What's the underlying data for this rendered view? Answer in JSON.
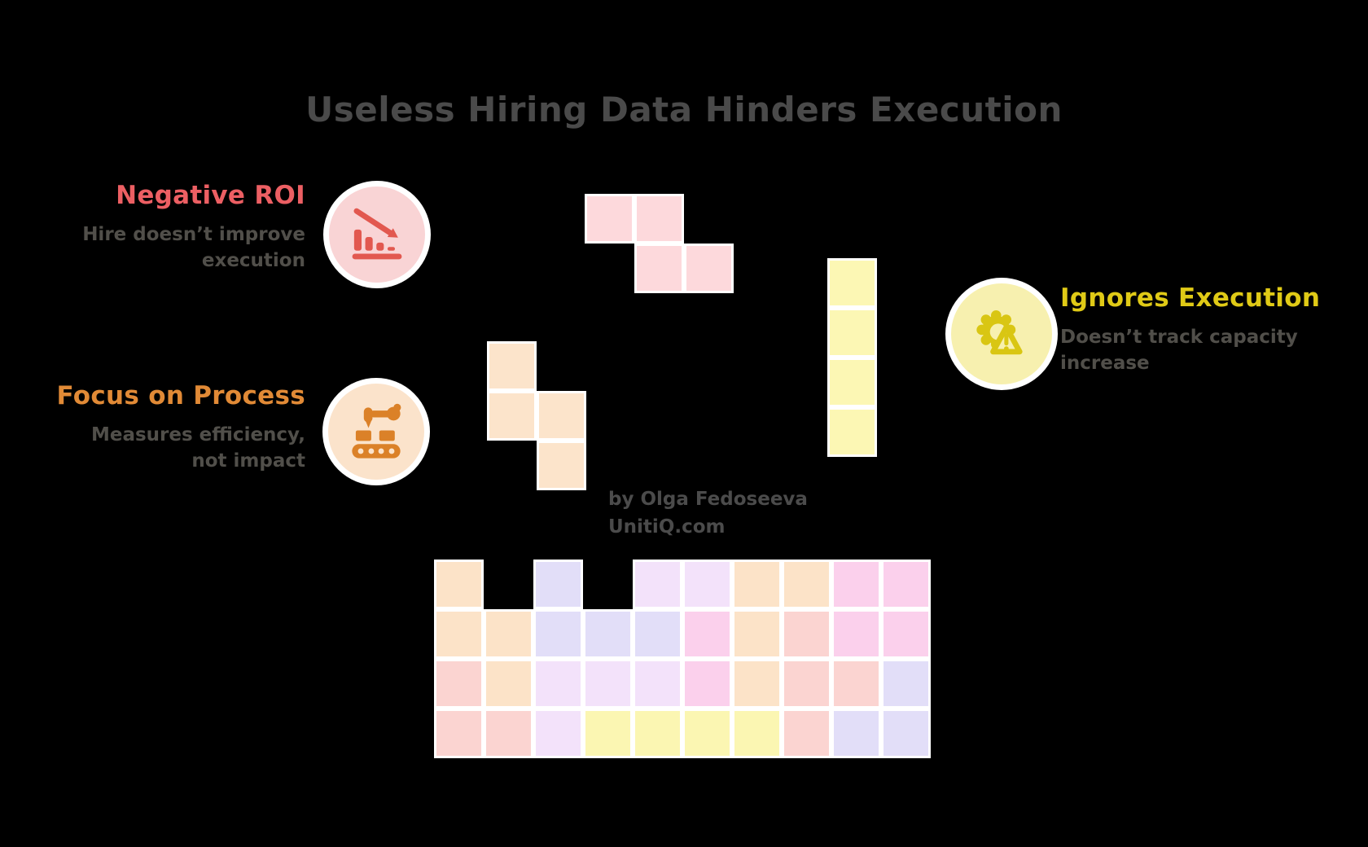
{
  "title": "Useless Hiring Data Hinders Execution",
  "sections": {
    "negative_roi": {
      "heading": "Negative ROI",
      "subtitle_line1": "Hire doesn’t improve",
      "subtitle_line2": "execution",
      "icon": "declining-chart-icon"
    },
    "focus_on_process": {
      "heading": "Focus on Process",
      "subtitle_line1": "Measures efficiency,",
      "subtitle_line2": "not impact",
      "icon": "conveyor-belt-icon"
    },
    "ignores_execution": {
      "heading": "Ignores Execution",
      "subtitle_line1": "Doesn’t track capacity",
      "subtitle_line2": "increase",
      "icon": "gear-warning-icon"
    }
  },
  "byline": {
    "line1": "by Olga Fedoseeva",
    "line2": "UnitiQ.com"
  },
  "colors": {
    "background": "#000000",
    "title": "#4a4a4a",
    "subtitle": "#514f4a",
    "byline": "#4b4b4b",
    "negative_roi_accent": "#ec5f63",
    "focus_accent": "#e18a36",
    "ignores_accent": "#e0ca16",
    "circle_pink": "#f9d4d5",
    "circle_peach": "#fbe3cb",
    "circle_yellow": "#f7f0af",
    "icon_red": "#e2584f",
    "icon_orange": "#db8128",
    "icon_yellow": "#d9c613"
  },
  "pieces": {
    "pink_z": {
      "color": "#fdd9dc",
      "cols": 3,
      "rows": 2,
      "cells": [
        [
          0,
          0
        ],
        [
          1,
          0
        ],
        [
          1,
          1
        ],
        [
          2,
          1
        ]
      ]
    },
    "peach_s": {
      "color": "#fce4cb",
      "cols": 2,
      "rows": 3,
      "cells": [
        [
          0,
          0
        ],
        [
          0,
          1
        ],
        [
          1,
          1
        ],
        [
          1,
          2
        ]
      ]
    },
    "yellow_i": {
      "color": "#fcf7b4",
      "cols": 1,
      "rows": 4,
      "cells": [
        [
          0,
          0
        ],
        [
          0,
          1
        ],
        [
          0,
          2
        ],
        [
          0,
          3
        ]
      ]
    }
  },
  "board": {
    "palette": {
      "P": "#fce3c8",
      "L": "#e2def8",
      "V": "#f3e2fa",
      "K": "#fbd0ec",
      "S": "#fbd4d1",
      "Y": "#fbf6b2"
    },
    "rows": [
      "P_L_VVPPKK",
      "PPLLLKPSKK",
      "SPVVVKPSSL",
      "SSVYYYYSLL"
    ]
  }
}
